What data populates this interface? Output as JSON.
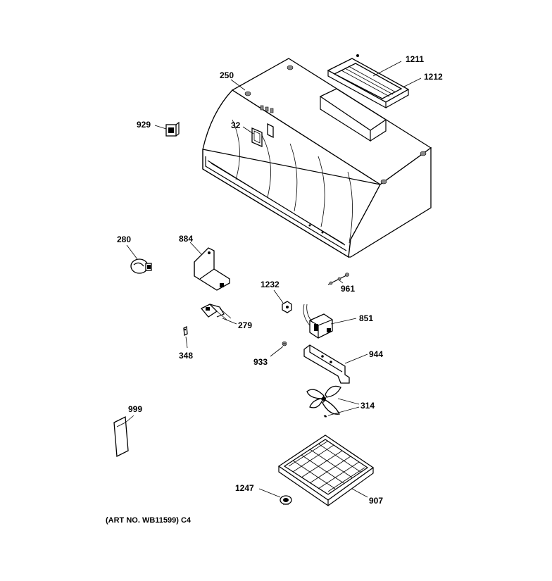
{
  "parts": {
    "p1211": "1211",
    "p1212": "1212",
    "p250": "250",
    "p929": "929",
    "p32": "32",
    "p280": "280",
    "p884": "884",
    "p1232": "1232",
    "p961": "961",
    "p851": "851",
    "p279": "279",
    "p348": "348",
    "p933": "933",
    "p944": "944",
    "p314": "314",
    "p999": "999",
    "p1247": "1247",
    "p907": "907"
  },
  "caption": "(ART NO. WB11599) C4"
}
